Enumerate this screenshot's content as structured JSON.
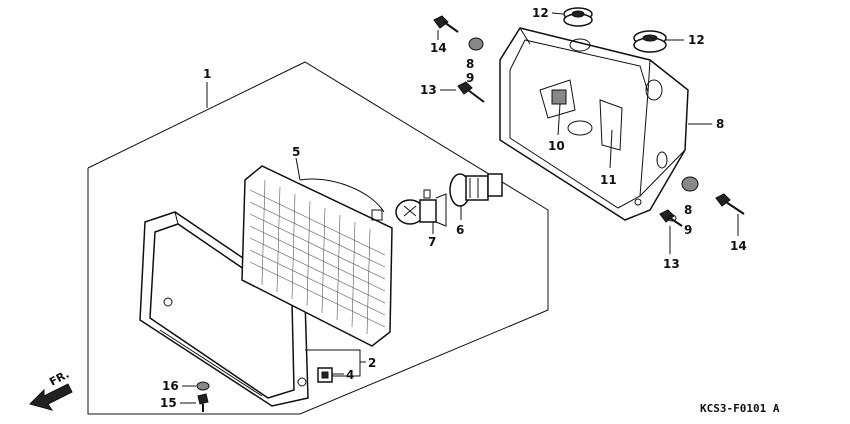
{
  "labels": {
    "n1": "1",
    "n2": "2",
    "n4": "4",
    "n5": "5",
    "n6": "6",
    "n7": "7",
    "n8a": "8",
    "n8b": "8",
    "n8c": "8",
    "n9a": "9",
    "n9b": "9",
    "n10": "10",
    "n11": "11",
    "n12a": "12",
    "n12b": "12",
    "n13a": "13",
    "n13b": "13",
    "n14a": "14",
    "n14b": "14",
    "n15": "15",
    "n16": "16"
  },
  "direction": "FR.",
  "code": "KCS3-F0101 A"
}
